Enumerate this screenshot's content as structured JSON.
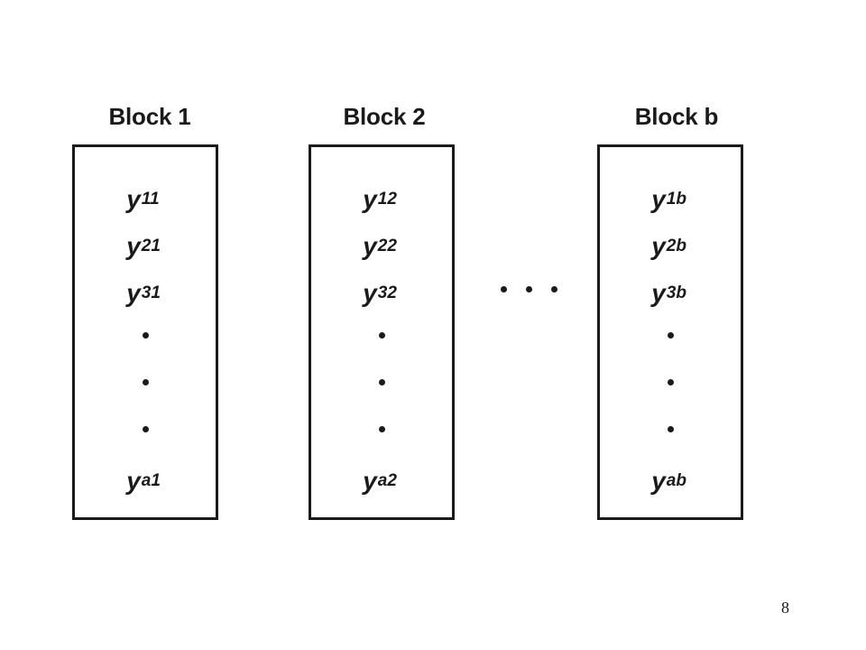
{
  "blocks": [
    {
      "title": "Block 1",
      "cells": [
        {
          "var": "y",
          "sub": "11",
          "sub_italic": ""
        },
        {
          "var": "y",
          "sub": "21",
          "sub_italic": ""
        },
        {
          "var": "y",
          "sub": "31",
          "sub_italic": ""
        }
      ],
      "last": {
        "var": "y",
        "sub_italic": "a",
        "sub": "1"
      }
    },
    {
      "title": "Block 2",
      "cells": [
        {
          "var": "y",
          "sub": "12",
          "sub_italic": ""
        },
        {
          "var": "y",
          "sub": "22",
          "sub_italic": ""
        },
        {
          "var": "y",
          "sub": "32",
          "sub_italic": ""
        }
      ],
      "last": {
        "var": "y",
        "sub_italic": "a",
        "sub": "2"
      }
    },
    {
      "title": "Block b",
      "cells": [
        {
          "var": "y",
          "sub": "1",
          "sub_italic": "b"
        },
        {
          "var": "y",
          "sub": "2",
          "sub_italic": "b"
        },
        {
          "var": "y",
          "sub": "3",
          "sub_italic": "b"
        }
      ],
      "last": {
        "var": "y",
        "sub_italic": "ab",
        "sub": ""
      }
    }
  ],
  "page_number": "8"
}
